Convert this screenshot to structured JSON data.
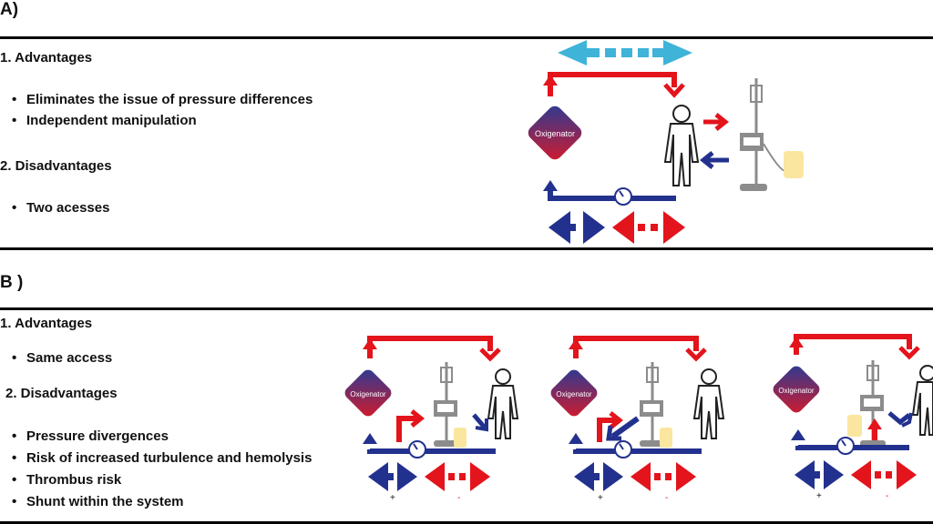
{
  "panel_a": {
    "label": "A)",
    "advantages_heading": "1. Advantages",
    "advantages": [
      "Eliminates the issue of pressure differences",
      "Independent manipulation"
    ],
    "disadvantages_heading": "2. Disadvantages",
    "disadvantages": [
      "Two acesses"
    ],
    "oxygenator_label": "Oxigenator"
  },
  "panel_b": {
    "label": "B )",
    "advantages_heading": "1. Advantages",
    "advantages": [
      "Same access"
    ],
    "disadvantages_heading": "2. Disadvantages",
    "disadvantages": [
      "Pressure divergences",
      "Risk of increased turbulence and hemolysis",
      "Thrombus risk",
      "Shunt within the system"
    ],
    "oxygenator_label": "Oxigenator",
    "plus_sign": "+",
    "minus_sign": "-"
  },
  "colors": {
    "red": "#e3141c",
    "blue": "#23318e",
    "light_blue": "#3fb3d8",
    "gray": "#8c8c8c",
    "yellow": "#fbe6a0"
  }
}
